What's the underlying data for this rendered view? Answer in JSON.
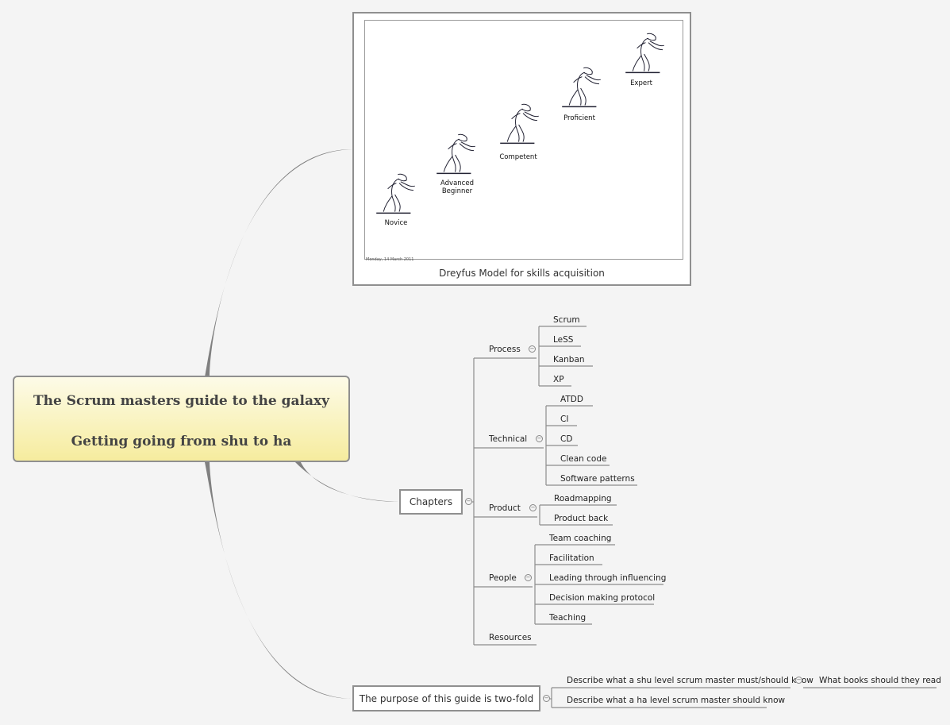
{
  "root": {
    "line1": "The Scrum masters guide to the galaxy",
    "line2": "Getting going from shu to ha"
  },
  "image_node": {
    "caption": "Dreyfus Model for skills acquisition",
    "slide_date": "Monday, 14 March 2011",
    "stages": [
      "Novice",
      "Advanced Beginner",
      "Competent",
      "Proficient",
      "Expert"
    ]
  },
  "chapters": {
    "label": "Chapters",
    "groups": [
      {
        "label": "Process",
        "items": [
          "Scrum",
          "LeSS",
          "Kanban",
          "XP"
        ]
      },
      {
        "label": "Technical",
        "items": [
          "ATDD",
          "CI",
          "CD",
          "Clean code",
          "Software patterns"
        ]
      },
      {
        "label": "Product",
        "items": [
          "Roadmapping",
          "Product back"
        ]
      },
      {
        "label": "People",
        "items": [
          "Team coaching",
          "Facilitation",
          "Leading through influencing",
          "Decision making protocol",
          "Teaching"
        ]
      },
      {
        "label": "Resources",
        "items": []
      }
    ]
  },
  "purpose": {
    "label": "The purpose of this guide is two-fold",
    "items": [
      {
        "label": "Describe what a shu level scrum master must/should know",
        "child": "What books should they read"
      },
      {
        "label": "Describe what a ha level scrum master should know"
      }
    ]
  },
  "colors": {
    "branch": "#808080",
    "root_top": "#fdfbe8",
    "root_bottom": "#f6ec9e"
  }
}
